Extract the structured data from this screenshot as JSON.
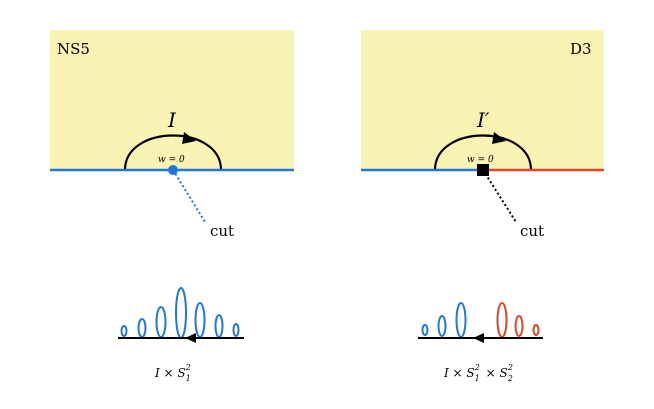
{
  "colors": {
    "region_fill": "#faf4b4",
    "blue": "#1f78d8",
    "red": "#e0462a",
    "black": "#000000"
  },
  "left_panel": {
    "brane_label": "NS5",
    "contour_label": "I",
    "origin_label": "w = 0",
    "cut_label": "cut",
    "caption": "I × S₁²",
    "marker_shape": "circle",
    "loop_colors": [
      "blue"
    ]
  },
  "right_panel": {
    "brane_label": "D3",
    "contour_label": "I′",
    "origin_label": "w = 0",
    "cut_label": "cut",
    "caption": "I × S₁² × S₂²",
    "marker_shape": "square",
    "loop_colors": [
      "blue",
      "red"
    ]
  }
}
